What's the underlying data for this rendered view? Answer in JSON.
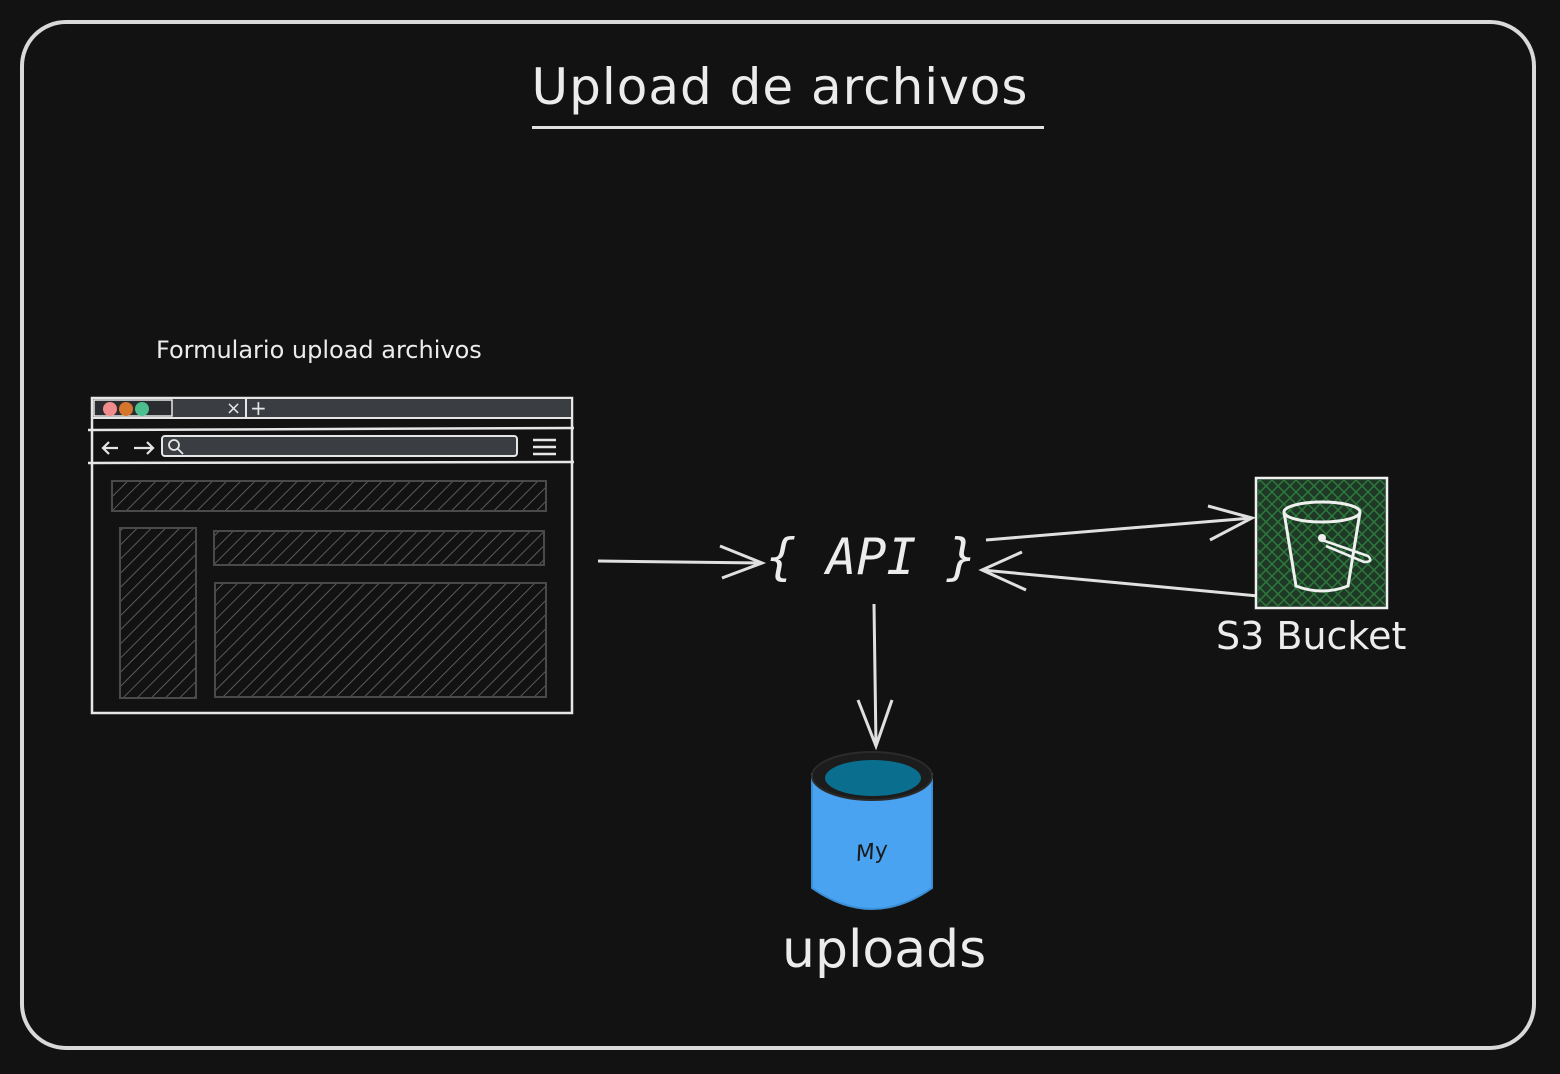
{
  "diagram": {
    "title": "Upload de archivos",
    "browser_form": {
      "label": "Formulario upload archivos",
      "tab_close_glyph": "×",
      "tab_add_glyph": "+"
    },
    "api": {
      "label": "{ API }"
    },
    "s3": {
      "label": "S3 Bucket",
      "icon": "bucket-icon",
      "accent_color": "#1e4d2b"
    },
    "database": {
      "text": "My",
      "label": "uploads",
      "icon": "database-cylinder-icon",
      "body_color": "#4aa3f0",
      "top_color": "#0a6f8f"
    },
    "edges": [
      {
        "from": "browser_form",
        "to": "api"
      },
      {
        "from": "api",
        "to": "s3"
      },
      {
        "from": "s3",
        "to": "api"
      },
      {
        "from": "api",
        "to": "database"
      }
    ]
  }
}
